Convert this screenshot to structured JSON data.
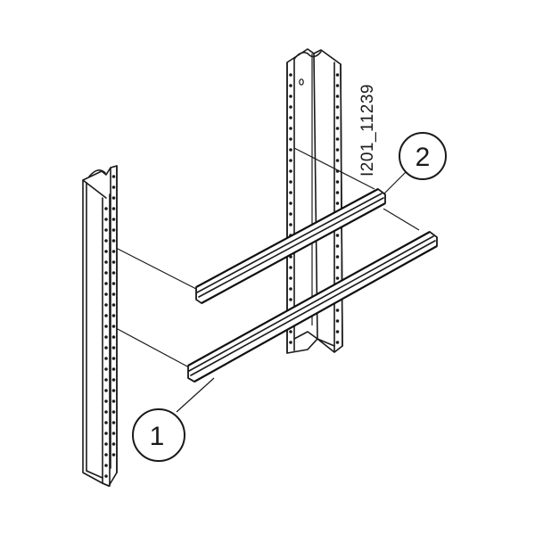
{
  "diagram": {
    "type": "technical-line-drawing",
    "subject": "two mounting rails attached between two perforated vertical frame posts",
    "image_code": "I201_11239",
    "colors": {
      "line": "#1a1a1a",
      "background": "#ffffff"
    },
    "callouts": [
      {
        "id": "1",
        "label": "1",
        "target": "lower-mounting-rail"
      },
      {
        "id": "2",
        "label": "2",
        "target": "upper-mounting-rail"
      }
    ],
    "components": [
      {
        "name": "left-frame-post",
        "description": "perforated vertical profile post (front left)"
      },
      {
        "name": "right-frame-post",
        "description": "perforated vertical profile post (rear right)"
      },
      {
        "name": "upper-mounting-rail",
        "description": "top-hat mounting rail, callout 2"
      },
      {
        "name": "lower-mounting-rail",
        "description": "top-hat mounting rail, callout 1"
      }
    ]
  }
}
